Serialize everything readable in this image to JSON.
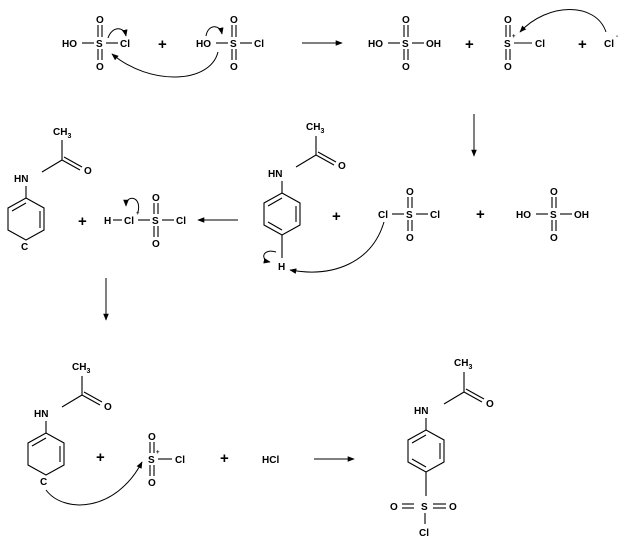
{
  "labels": {
    "ho": "HO",
    "oh": "OH",
    "s": "S",
    "o": "O",
    "cl": "Cl",
    "h": "H",
    "hn": "HN",
    "ch3": "CH",
    "three": "3",
    "c": "C",
    "hcl": "HCl",
    "plus": "+",
    "charge_pos": "+",
    "charge_neg": "-"
  }
}
